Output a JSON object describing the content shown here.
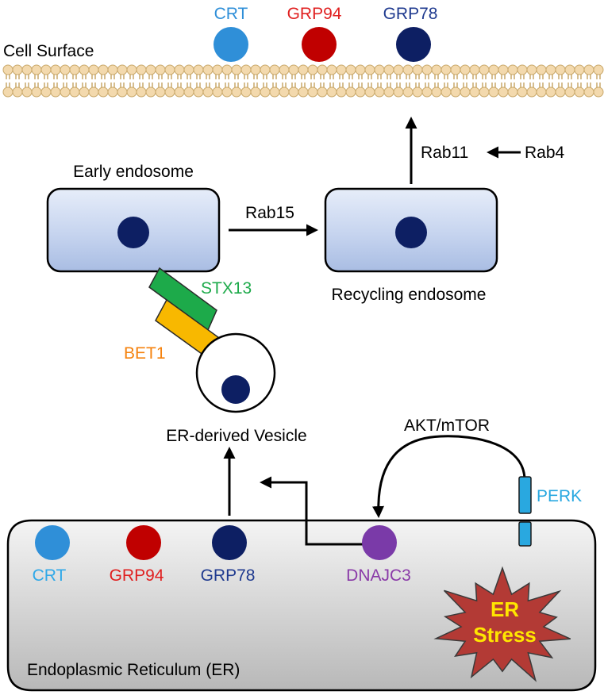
{
  "cell_surface": {
    "label": "Cell Surface",
    "proteins": [
      {
        "name": "CRT",
        "color": "#2f8fd8",
        "label_color": "#2f8fd8"
      },
      {
        "name": "GRP94",
        "color": "#c00000",
        "label_color": "#e02020"
      },
      {
        "name": "GRP78",
        "color": "#0d1f63",
        "label_color": "#1f3a8f"
      }
    ]
  },
  "early_endosome": {
    "label": "Early endosome"
  },
  "recycling_endosome": {
    "label": "Recycling endosome"
  },
  "arrows": {
    "rab15": "Rab15",
    "rab11": "Rab11",
    "rab4": "Rab4",
    "akt_mtor": "AKT/mTOR"
  },
  "snare": {
    "stx13": {
      "label": "STX13",
      "color": "#1daa4a"
    },
    "bet1": {
      "label": "BET1",
      "color": "#f5820d"
    }
  },
  "vesicle": {
    "label": "ER-derived Vesicle"
  },
  "er": {
    "label": "Endoplasmic Reticulum (ER)",
    "proteins": [
      {
        "name": "CRT",
        "color": "#2f8fd8",
        "label_color": "#2fa8e8"
      },
      {
        "name": "GRP94",
        "color": "#c00000",
        "label_color": "#e02020"
      },
      {
        "name": "GRP78",
        "color": "#0d1f63",
        "label_color": "#1f3a8f"
      },
      {
        "name": "DNAJC3",
        "color": "#7a3aa8",
        "label_color": "#8a3aa8"
      }
    ],
    "perk": {
      "label": "PERK",
      "color": "#29a8e0"
    },
    "stress": {
      "line1": "ER",
      "line2": "Stress",
      "fill": "#b33a35",
      "text_color": "#ffe600"
    }
  },
  "colors": {
    "nucleus": "#0d1f63",
    "endosome_fill": "#c3d2ef",
    "membrane": "#f3d9ad"
  }
}
